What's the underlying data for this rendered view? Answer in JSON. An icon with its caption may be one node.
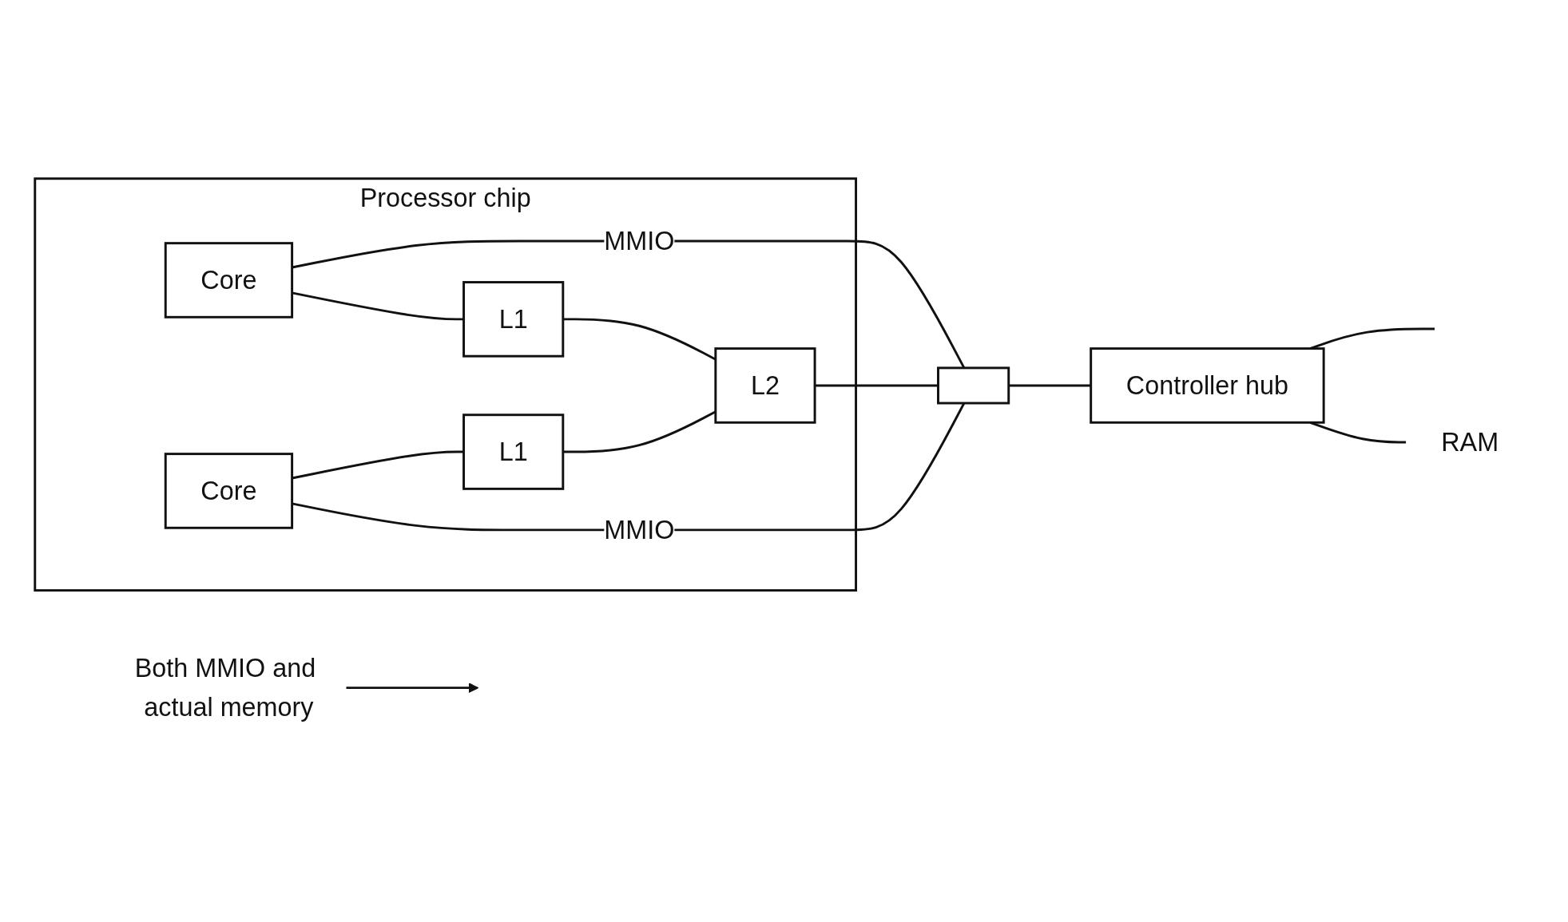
{
  "diagram": {
    "nodes": [
      {
        "text": [
          "Processor chip"
        ]
      },
      {
        "text": [
          "Core"
        ],
        "in": 0
      },
      {
        "text": [
          "L1"
        ],
        "in": 0
      },
      {
        "text": [
          "Core"
        ],
        "in": 0
      },
      {
        "text": [
          "L1"
        ],
        "in": 0
      },
      {
        "text": [
          "L2"
        ],
        "in": 0
      },
      {
        "text": [],
        "shape": "box"
      },
      {
        "text": [
          "Both MMIO and actual memory"
        ]
      },
      {
        "text": [
          "Controller hub"
        ]
      },
      {
        "text": [
          "RAM"
        ]
      }
    ],
    "edges": [
      {
        "from": 1,
        "to": 6,
        "arrow": "none",
        "label": "MMIO"
      },
      {
        "from": 1,
        "to": 2,
        "arrow": "none"
      },
      {
        "from": 2,
        "to": 5,
        "arrow": "none"
      },
      {
        "from": 3,
        "to": 4,
        "arrow": "none"
      },
      {
        "from": 4,
        "to": 5,
        "arrow": "none"
      },
      {
        "from": 5,
        "to": 6,
        "arrow": "none"
      },
      {
        "from": 3,
        "to": 6,
        "arrow": "none",
        "label": "MMIO"
      },
      {
        "from": 7,
        "to": null,
        "arrow": "to"
      },
      {
        "from": 6,
        "to": 8,
        "arrow": "none"
      },
      {
        "from": 8,
        "to": null,
        "arrow": "none"
      },
      {
        "from": 8,
        "to": 9,
        "arrow": "none"
      }
    ]
  }
}
